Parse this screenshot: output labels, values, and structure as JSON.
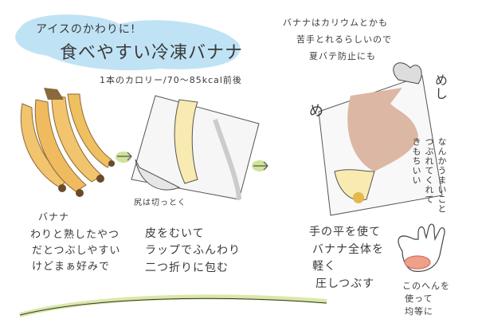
{
  "title": {
    "line1": "アイスのかわりに!",
    "line2": "食べやすい冷凍バナナ",
    "calories": "1本のカロリー/70〜85kcal前後"
  },
  "note_top": [
    "バナナはカリウムとかも",
    "苦手とれるらしいので",
    "夏バテ防止にも"
  ],
  "step1": {
    "heading": "バナナ",
    "lines": [
      "わりと熟したやつ",
      "だとつぶしやすい",
      "けどまぁ好みで"
    ]
  },
  "step2": {
    "caption": "尻は切っとく",
    "lines": [
      "皮をむいて",
      "ラップでふんわり",
      "二つ折りに包む"
    ]
  },
  "step3": {
    "sfx_left": "め",
    "sfx_right": "めし",
    "side_note": [
      "なんかうまいこと",
      "つぶれてくれて",
      "きもちいい"
    ],
    "lines": [
      "手の平を使て",
      "バナナ全体を",
      "軽く",
      "圧しつぶす"
    ],
    "palm_note": [
      "このへんを",
      "使って",
      "均等に"
    ]
  },
  "colors": {
    "title_cloud": "#bfe3f5",
    "banana": "#f2c46d",
    "banana_flesh": "#f8eab0",
    "hand": "#dcb7a3",
    "palm_mark": "#f0a08a",
    "divider": "#d9e8a8",
    "arrow": "#cfe39a"
  }
}
